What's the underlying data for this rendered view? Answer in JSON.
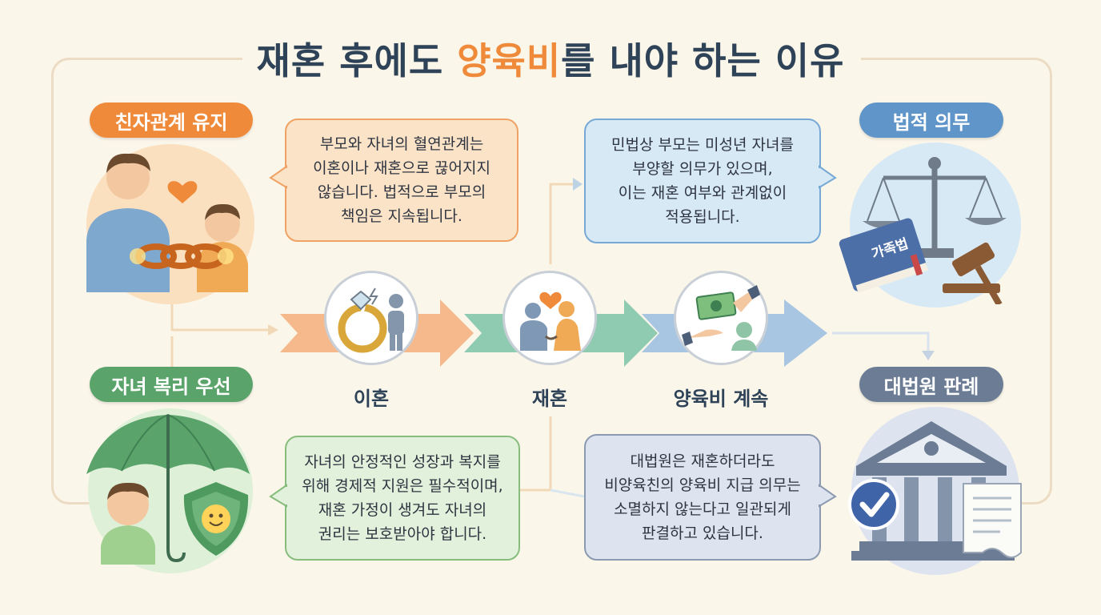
{
  "title": {
    "before": "재혼 후에도 ",
    "highlight": "양육비",
    "after": "를 내야 하는 이유"
  },
  "left_top": {
    "pill": "친자관계 유지",
    "bubble": "부모와 자녀의 혈연관계는\n이혼이나 재혼으로 끊어지지\n않습니다. 법적으로 부모의\n책임은 지속됩니다."
  },
  "left_bottom": {
    "pill": "자녀 복리 우선",
    "bubble": "자녀의 안정적인 성장과 복지를\n위해 경제적 지원은 필수적이며,\n재혼 가정이 생겨도 자녀의\n권리는 보호받아야 합니다."
  },
  "right_top": {
    "pill": "법적 의무",
    "bubble": "민법상 부모는 미성년 자녀를\n부양할 의무가 있으며,\n이는 재혼 여부와 관계없이\n적용됩니다.",
    "book_label": "가족법"
  },
  "right_bottom": {
    "pill": "대법원 판례",
    "bubble": "대법원은 재혼하더라도\n비양육친의 양육비 지급 의무는\n소멸하지 않는다고 일관되게\n판결하고 있습니다."
  },
  "steps": [
    {
      "label": "이혼",
      "icon": "divorce-ring-icon"
    },
    {
      "label": "재혼",
      "icon": "remarriage-couple-icon"
    },
    {
      "label": "양육비 계속",
      "icon": "money-handover-icon"
    }
  ],
  "colors": {
    "orange": "#ef8a3a",
    "green": "#5aa36a",
    "blue": "#5f95c8",
    "slate": "#6c7c94",
    "title": "#2f4358",
    "background": "#fbf6ea"
  }
}
